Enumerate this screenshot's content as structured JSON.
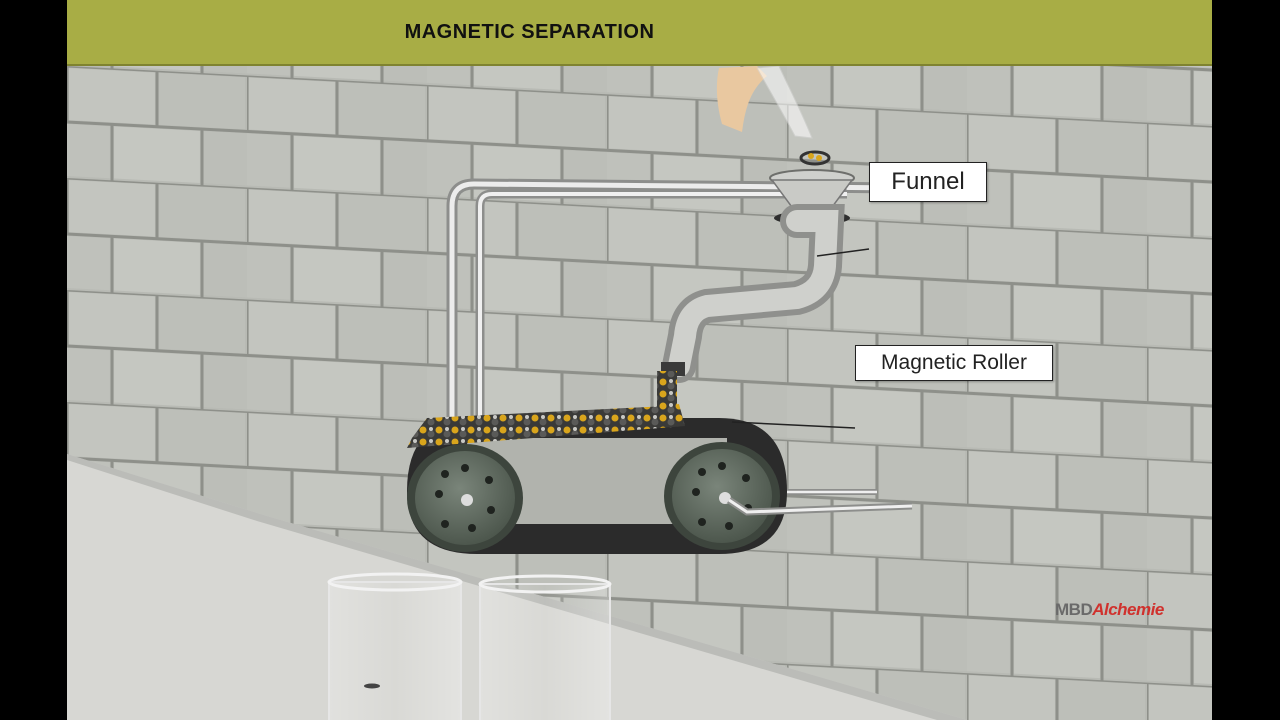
{
  "title": "MAGNETIC SEPARATION",
  "labels": {
    "funnel": "Funnel",
    "magnetic_roller": "Magnetic Roller"
  },
  "logo": {
    "part1": "MBD",
    "part2": "Alchemie"
  },
  "colors": {
    "title_bar": "#a8ad45",
    "wall": "#b9bbb5",
    "floor": "#d7d7d3",
    "roller": "#5f6a5f",
    "belt": "#2b2b2b",
    "iron_particles": "#d9a51c",
    "sand_particles": "#4a4a4a",
    "logo_red": "#d0312d"
  }
}
